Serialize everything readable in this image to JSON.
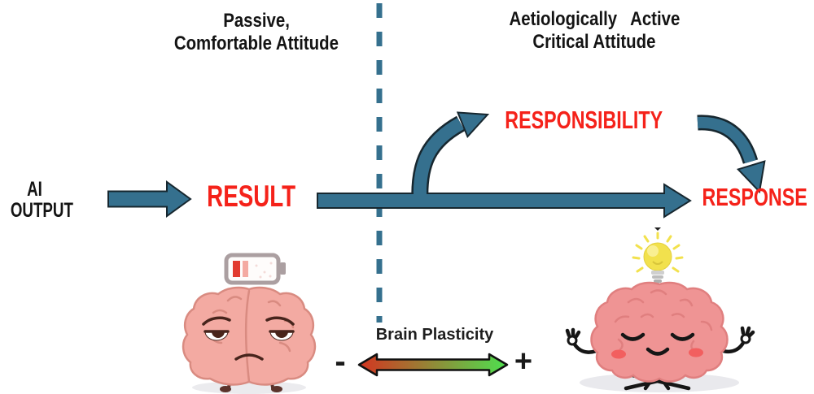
{
  "diagram": {
    "left_zone": {
      "heading": [
        "Passive,",
        "Comfortable Attitude"
      ],
      "source": [
        "AI",
        "OUTPUT"
      ],
      "result": "RESULT"
    },
    "right_zone": {
      "heading": [
        "Aetiologically Active",
        "Critical Attitude"
      ],
      "responsibility": "RESPONSIBILITY",
      "response": "RESPONSE"
    },
    "plasticity": {
      "label": "Brain Plasticity",
      "minus": "-",
      "plus": "+"
    }
  },
  "icons": {
    "divider": "dashed-divider-line",
    "battery": "low-battery-icon",
    "bulb": "lightbulb-icon",
    "sad_brain": "tired-brain-illustration",
    "happy_brain": "meditating-brain-illustration",
    "gradient_arrow": "brain-plasticity-scale-arrow"
  },
  "colors": {
    "arrow_blue": "#35708e",
    "arrow_dark": "#17272f",
    "label_red": "#f5221a",
    "text_black": "#141414",
    "grad_left": "#d43420",
    "grad_right": "#4ee04f",
    "brain_sad": "#f3aaa2",
    "brain_sad_line": "#d98b81",
    "brain_happy": "#ef9494",
    "brain_happy_line": "#e07f7f",
    "bulb_yellow": "#f2e14d",
    "battery_red": "#e23b30",
    "battery_gray": "#ab9fa1"
  }
}
